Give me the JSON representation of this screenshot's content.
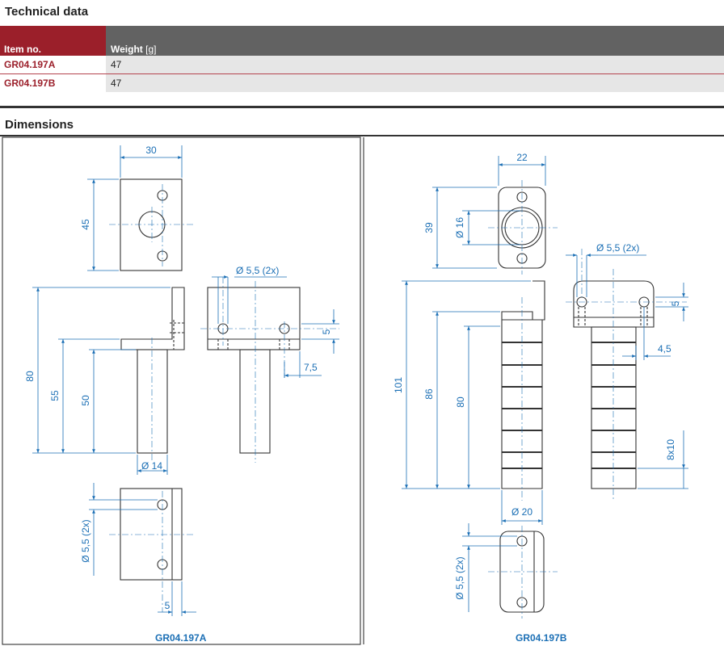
{
  "technical": {
    "title": "Technical data",
    "columns": {
      "item": "Item no.",
      "weight": "Weight",
      "weight_unit": "[g]"
    },
    "rows": [
      {
        "item": "GR04.197A",
        "weight": "47"
      },
      {
        "item": "GR04.197B",
        "weight": "47"
      }
    ]
  },
  "dimensions": {
    "title": "Dimensions",
    "left": {
      "label": "GR04.197A",
      "dims": {
        "width": "30",
        "depth": "45",
        "hole": "Ø 5,5 (2x)",
        "total_h": "80",
        "h55": "55",
        "h50": "50",
        "dia": "Ø 14",
        "d5": "5",
        "d75": "7,5",
        "side_hole": "Ø 5,5 (2x)",
        "bottom5": "5"
      }
    },
    "right": {
      "label": "GR04.197B",
      "dims": {
        "width": "22",
        "depth": "39",
        "inner_dia": "Ø 16",
        "hole": "Ø 5,5 (2x)",
        "total_h": "101",
        "h86": "86",
        "h80": "80",
        "dia": "Ø 20",
        "d5": "5",
        "d45": "4,5",
        "pitch": "8x10",
        "side_hole": "Ø 5,5 (2x)"
      }
    }
  },
  "colors": {
    "accent": "#9b1f2a",
    "header_grey": "#626262",
    "dimension_blue": "#1b6fb5"
  }
}
